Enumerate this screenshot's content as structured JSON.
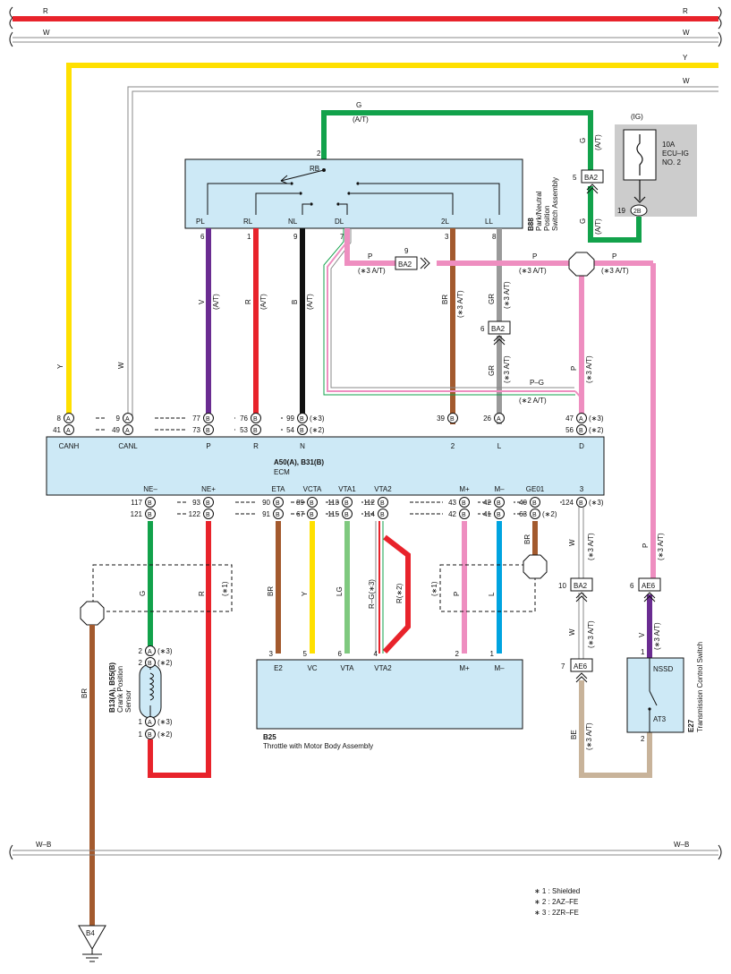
{
  "bus_wires": {
    "top_red": "R",
    "top_white": "W",
    "yellow": "Y",
    "white2": "W",
    "ground_left": "W–B",
    "ground_right": "W–B"
  },
  "switch": {
    "code": "B88",
    "name_l1": "Park/Neutral",
    "name_l2": "Position",
    "name_l3": "Switch Assembly",
    "rb": "RB",
    "terminals": [
      "PL",
      "RL",
      "NL",
      "DL",
      "2L",
      "LL"
    ],
    "pins": [
      "6",
      "1",
      "9",
      "7",
      "3",
      "8"
    ],
    "pin_top": "2",
    "wire_top": "G",
    "wire_top_note": "(A/T)"
  },
  "fuse": {
    "ig": "(IG)",
    "l1": "10A",
    "l2": "ECU–IG",
    "l3": "NO. 2",
    "connector": "2B",
    "pin": "19",
    "wire": "G",
    "note": "(A/T)"
  },
  "junction_ba2_top": {
    "code": "BA2",
    "pin": "5",
    "wire": "G",
    "note": "(A/T)"
  },
  "colors": {
    "red": "#e8232b",
    "yellow": "#ffe000",
    "green": "#12a24b",
    "purple": "#6a2c91",
    "black": "#111111",
    "pink": "#ee8ec0",
    "brown": "#a35a2e",
    "gray": "#9a9a9a",
    "lightgreen": "#7fc97f",
    "blue": "#00a4e0",
    "tan": "#c8b39a",
    "lightblue": "#cde9f6",
    "panelgray": "#cccccc"
  },
  "wire_labels": {
    "y": "Y",
    "w": "W",
    "v": "V",
    "v_note": "(A/T)",
    "r": "R",
    "r_note": "(A/T)",
    "b": "B",
    "b_note": "(A/T)",
    "br": "BR",
    "br_note": "(∗3 A/T)",
    "gr": "GR",
    "gr_note": "(∗3 A/T)",
    "p": "P",
    "p_note": "(∗3 A/T)",
    "pg": "P–G",
    "pg_note": "(∗2 A/T)",
    "p_top": "P",
    "p_top_note": "(∗3 A/T)",
    "p_top2": "P",
    "p_top2_note": "(∗3 A/T)",
    "p_top3": "P",
    "p_top3_note": "(∗3 A/T)",
    "ba2_mid": "BA2",
    "ba2_mid_pin": "9",
    "ba2_ll": "BA2",
    "ba2_ll_pin": "6",
    "gr2": "GR",
    "gr2_note": "(∗3 A/T)",
    "p_right": "P",
    "p_right_note": "(∗3 A/T)"
  },
  "ecm": {
    "name": "A50(A), B31(B)",
    "sub": "ECM",
    "top_labels": [
      "CANH",
      "CANL",
      "P",
      "R",
      "N",
      "2",
      "L",
      "D"
    ],
    "top_row1": [
      {
        "pin": "8",
        "c": "A"
      },
      {
        "pin": "9",
        "c": "A"
      },
      {
        "pin": "77",
        "c": "B"
      },
      {
        "pin": "76",
        "c": "B"
      },
      {
        "pin": "99",
        "c": "B",
        "note": "(∗3)"
      },
      {
        "pin": "39",
        "c": "B"
      },
      {
        "pin": "26",
        "c": "A"
      },
      {
        "pin": "47",
        "c": "A",
        "note": "(∗3)"
      }
    ],
    "top_row2": [
      {
        "pin": "41",
        "c": "A"
      },
      {
        "pin": "49",
        "c": "A"
      },
      {
        "pin": "73",
        "c": "B"
      },
      {
        "pin": "53",
        "c": "B"
      },
      {
        "pin": "54",
        "c": "B",
        "note": "(∗2)"
      },
      {
        "pin": "56",
        "c": "B",
        "note": "(∗2)"
      }
    ],
    "bottom_labels": [
      "NE–",
      "NE+",
      "ETA",
      "VCTA",
      "VTA1",
      "VTA2",
      "M+",
      "M–",
      "GE01",
      "3"
    ],
    "bottom_row1": [
      {
        "pin": "117",
        "c": "B"
      },
      {
        "pin": "93",
        "c": "B"
      },
      {
        "pin": "90",
        "c": "B"
      },
      {
        "pin": "89",
        "c": "B"
      },
      {
        "pin": "113",
        "c": "B"
      },
      {
        "pin": "112",
        "c": "B"
      },
      {
        "pin": "43",
        "c": "B"
      },
      {
        "pin": "42",
        "c": "B"
      },
      {
        "pin": "40",
        "c": "B"
      },
      {
        "pin": "124",
        "c": "B",
        "note": "(∗3)"
      }
    ],
    "bottom_row2": [
      {
        "pin": "121",
        "c": "B"
      },
      {
        "pin": "122",
        "c": "B"
      },
      {
        "pin": "91",
        "c": "B"
      },
      {
        "pin": "67",
        "c": "B"
      },
      {
        "pin": "115",
        "c": "B"
      },
      {
        "pin": "114",
        "c": "B"
      },
      {
        "pin": "42",
        "c": "B"
      },
      {
        "pin": "41",
        "c": "B"
      },
      {
        "pin": "63",
        "c": "B",
        "note": "(∗2)"
      }
    ]
  },
  "lower_wires": {
    "g": "G",
    "r": "R",
    "shield1": "(∗1)",
    "br": "BR",
    "y": "Y",
    "lg": "LG",
    "rg": "R–G(∗3)",
    "r2": "R(∗2)",
    "shield2": "(∗1)",
    "p": "P",
    "l": "L",
    "br_ge01": "BR",
    "w": "W",
    "w_note": "(∗3 A/T)",
    "ba2_low": "BA2",
    "ba2_low_pin": "10",
    "w2": "W",
    "w2_note": "(∗3 A/T)",
    "ae6_low": "AE6",
    "ae6_low_pin": "7",
    "be": "BE",
    "be_note": "(∗3 A/T)",
    "p_ae6": "P",
    "p_ae6_note": "(∗3 A/T)",
    "ae6_right": "AE6",
    "ae6_right_pin": "6",
    "v": "V",
    "v_note": "(∗3 A/T)"
  },
  "crank": {
    "code": "B13(A), B55(B)",
    "name_l1": "Crank Position",
    "name_l2": "Sensor",
    "pins": [
      {
        "pin": "2",
        "c": "A",
        "note": "(∗3)"
      },
      {
        "pin": "2",
        "c": "B",
        "note": "(∗2)"
      },
      {
        "pin": "1",
        "c": "A",
        "note": "(∗3)"
      },
      {
        "pin": "1",
        "c": "B",
        "note": "(∗2)"
      }
    ],
    "ground_wire": "BR"
  },
  "throttle": {
    "code": "B25",
    "name": "Throttle with Motor Body Assembly",
    "terms": [
      "E2",
      "VC",
      "VTA",
      "VTA2",
      "M+",
      "M–"
    ],
    "pins": [
      "3",
      "5",
      "6",
      "4",
      "2",
      "1"
    ]
  },
  "tcs": {
    "code": "E27",
    "name": "Transmission Control Switch",
    "t1": "NSSD",
    "t2": "AT3",
    "pin1": "1",
    "pin2": "2"
  },
  "ground": {
    "code": "B4"
  },
  "notes": [
    "∗ 1 : Shielded",
    "∗ 2 : 2AZ–FE",
    "∗ 3 : 2ZR–FE"
  ]
}
